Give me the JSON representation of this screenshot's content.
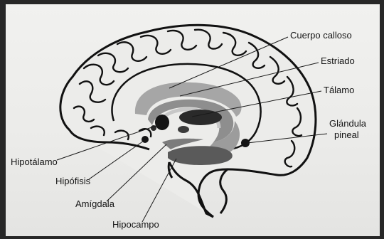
{
  "labels": {
    "corpus_callosum": "Cuerpo calloso",
    "striatum": "Estriado",
    "thalamus": "Tálamo",
    "pineal_line1": "Glándula",
    "pineal_line2": "pineal",
    "hypothalamus": "Hipotálamo",
    "pituitary": "Hipófisis",
    "amygdala": "Amígdala",
    "hippocampus": "Hipocampo"
  },
  "colors": {
    "background": "#272727",
    "paper": "#ededeb",
    "outline": "#111111",
    "light_gray": "#a9a9a9",
    "dark_gray": "#5c5c5c",
    "black_structure": "#141414"
  }
}
